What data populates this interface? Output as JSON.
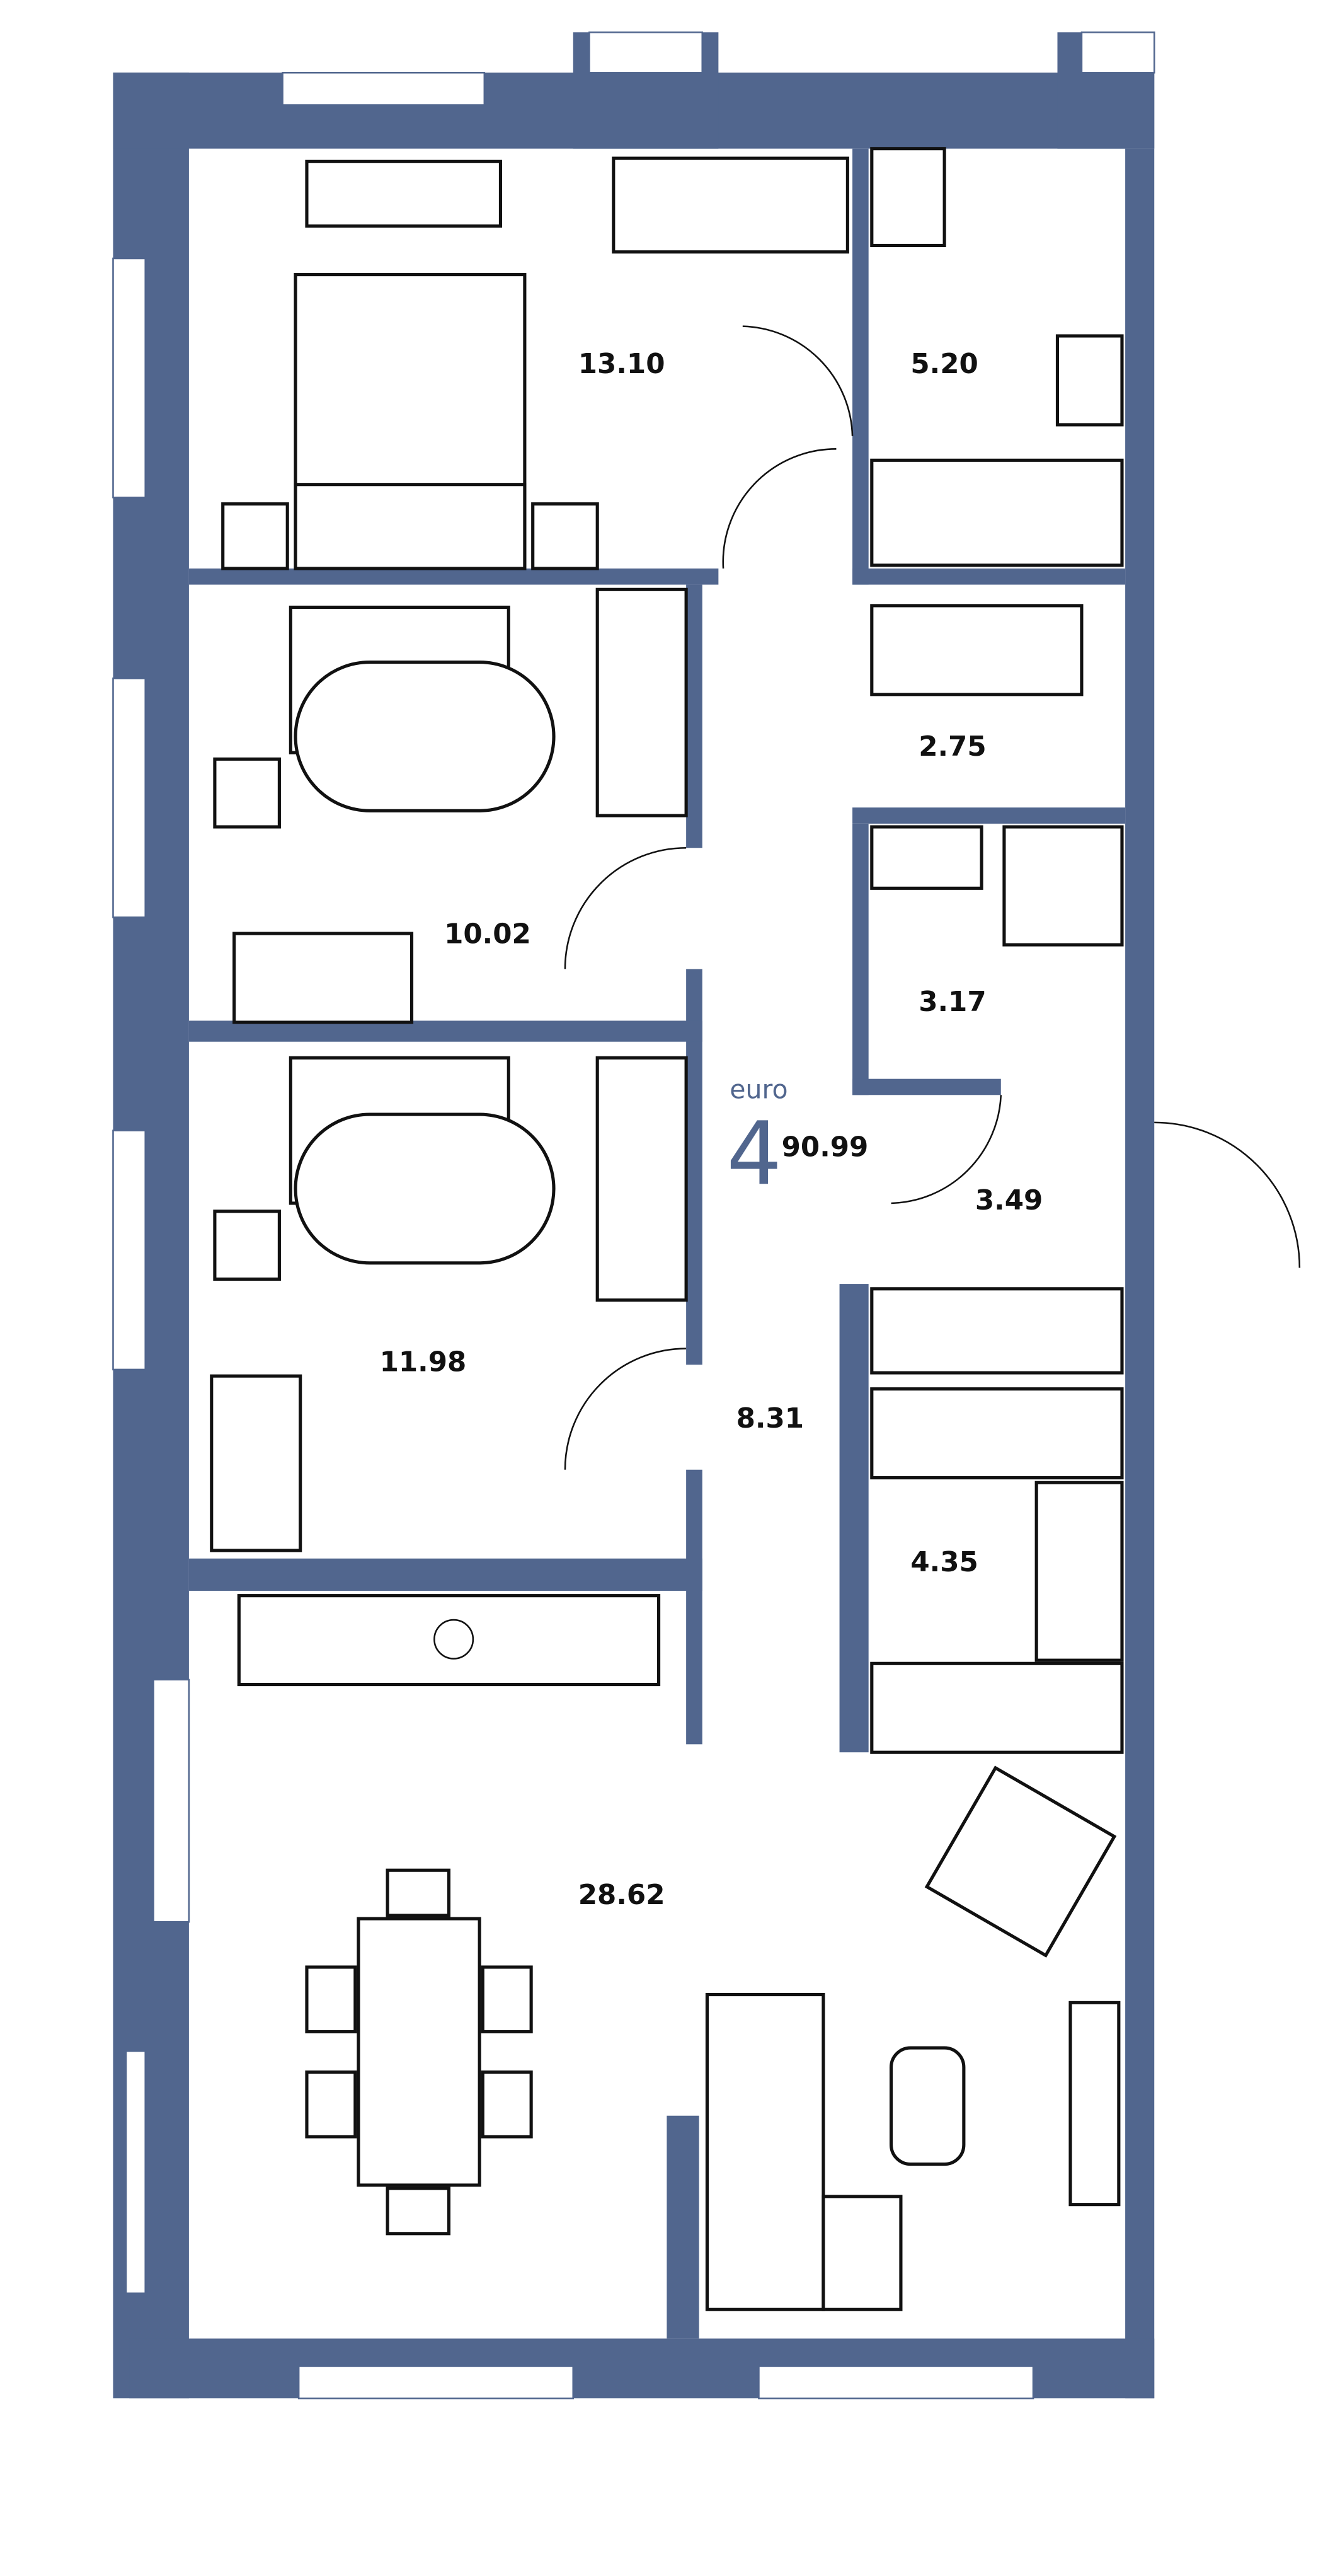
{
  "plan": {
    "type_label": "euro",
    "rooms_count": "4",
    "total_area": "90.99",
    "accent_color": "#51668e",
    "rooms": [
      {
        "id": "bedroom",
        "area": "13.10"
      },
      {
        "id": "bathroom",
        "area": "5.20"
      },
      {
        "id": "laundry",
        "area": "2.75"
      },
      {
        "id": "room-2",
        "area": "10.02"
      },
      {
        "id": "wc",
        "area": "3.17"
      },
      {
        "id": "hall",
        "area": "3.49"
      },
      {
        "id": "room-3",
        "area": "11.98"
      },
      {
        "id": "corridor",
        "area": "8.31"
      },
      {
        "id": "wardrobe",
        "area": "4.35"
      },
      {
        "id": "kitchen-living",
        "area": "28.62"
      }
    ]
  }
}
